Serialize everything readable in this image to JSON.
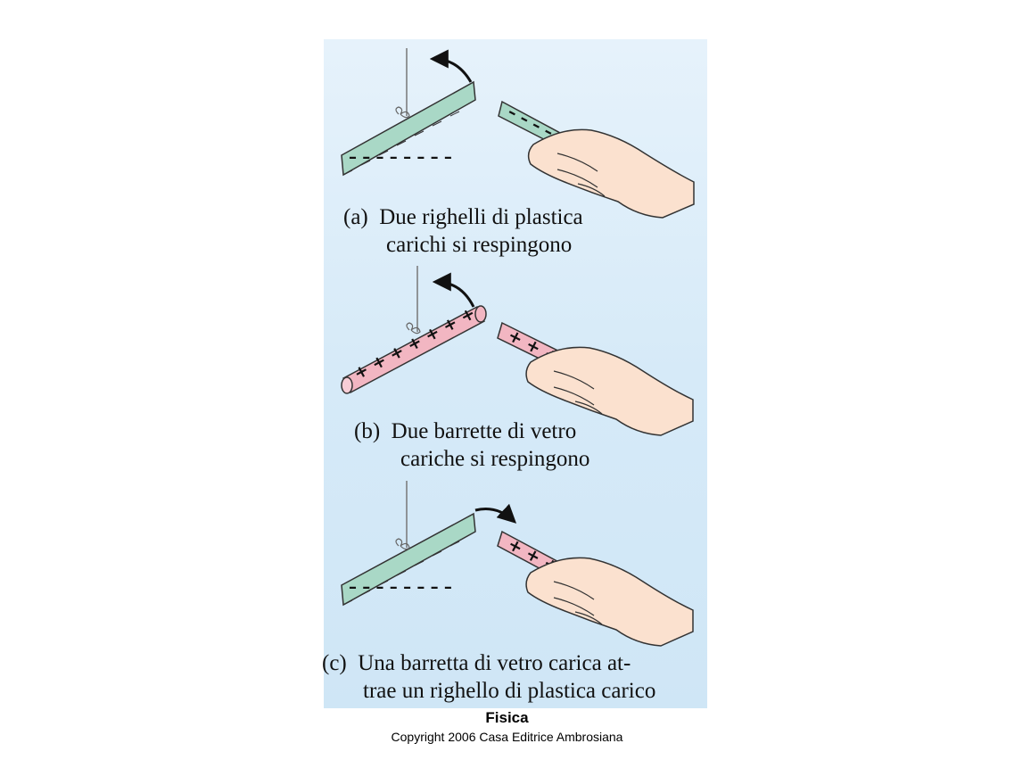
{
  "panels": [
    {
      "label": "(a)",
      "caption_line1": "Due righelli di plastica",
      "caption_line2": "carichi si respingono"
    },
    {
      "label": "(b)",
      "caption_line1": "Due barrette di vetro",
      "caption_line2": "cariche si respingono"
    },
    {
      "label": "(c)",
      "caption_line1": "Una barretta di vetro carica at-",
      "caption_line2": "trae un righello di plastica carico"
    }
  ],
  "footer": {
    "title": "Fisica",
    "copyright": "Copyright 2006 Casa Editrice Ambrosiana"
  },
  "colors": {
    "ruler": "#a9d8c6",
    "rod": "#f2b6c2",
    "hand": "#fbe1cf",
    "background": "#d6eaf8"
  }
}
